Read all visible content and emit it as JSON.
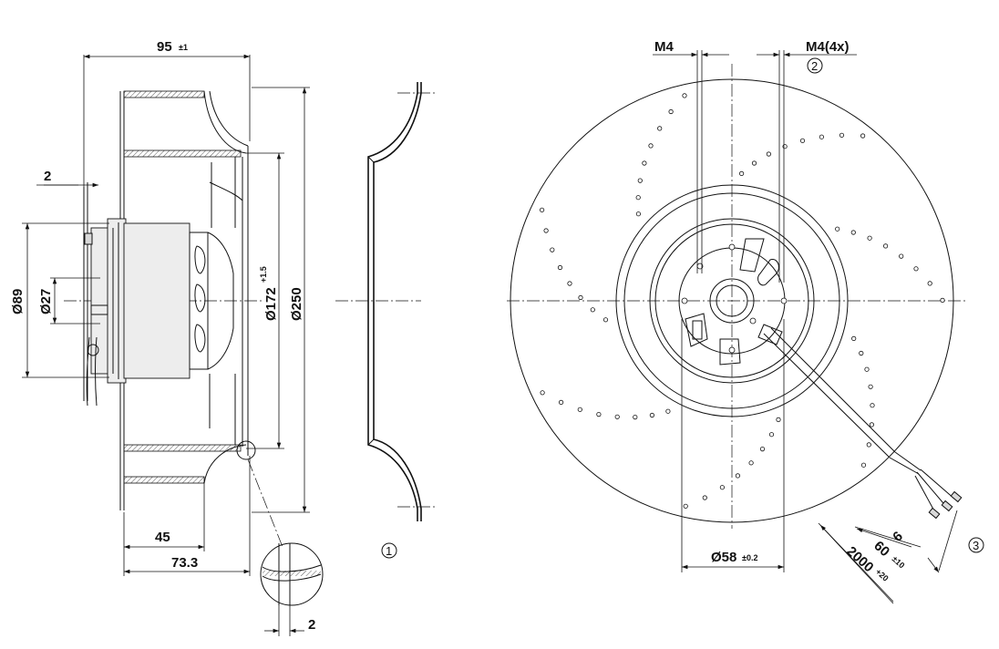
{
  "dims": {
    "width_main": "95",
    "width_tol": "±1",
    "plate_thickness": "2",
    "hub_dia": "Ø89",
    "shaft_dia": "Ø27",
    "inlet_dia": "Ø172",
    "inlet_tol": "+1.5",
    "outer_dia": "Ø250",
    "depth_45": "45",
    "depth_733": "73.3",
    "detail_thickness": "2",
    "thread_m4": "M4",
    "thread_m4x4": "M4(4x)",
    "bore_dia": "Ø58",
    "bore_tol": "±0.2",
    "lead_6": "6",
    "lead_60": "60",
    "lead_60_tol": "±10",
    "cable_len": "2000",
    "cable_tol": "+20"
  },
  "callouts": {
    "c1": "1",
    "c2": "2",
    "c3": "3"
  }
}
